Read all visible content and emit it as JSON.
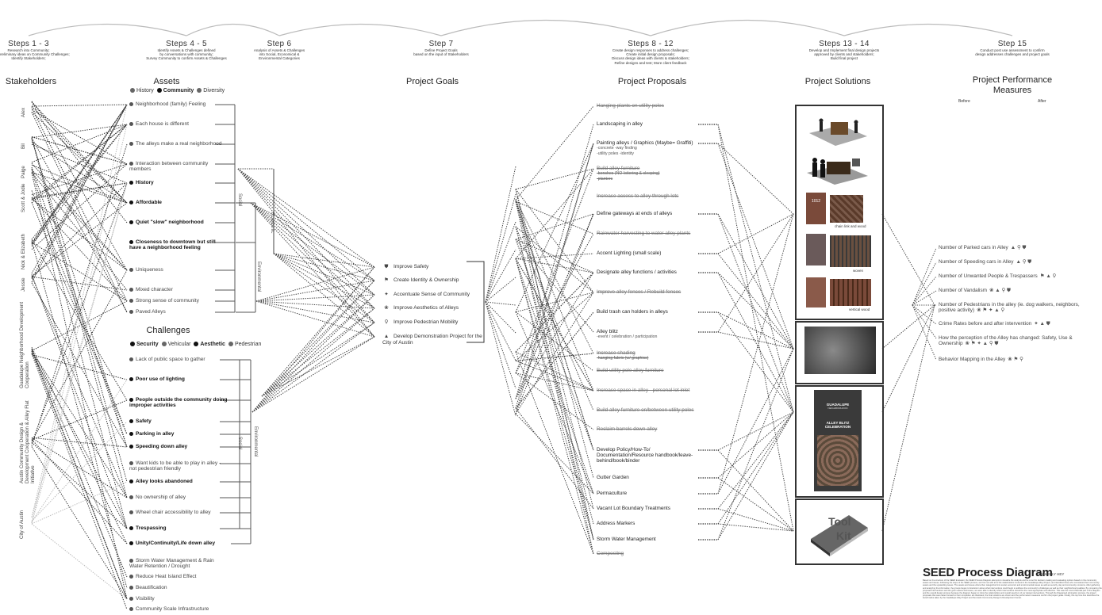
{
  "steps": [
    {
      "title": "Steps 1 - 3",
      "desc": [
        "Research into Community;",
        "Define preliminary ideas on Community Challenges;",
        "Identify Stakeholders;"
      ]
    },
    {
      "title": "Steps 4 - 5",
      "desc": [
        "Identify Assets & Challenges defined",
        "by conversations with community;",
        "Survey Community to confirm Assets & Challenges"
      ]
    },
    {
      "title": "Step 6",
      "desc": [
        "Analysis of Assets & Challenges",
        "into Social, Economical &",
        "Environmental Categories"
      ]
    },
    {
      "title": "Step 7",
      "desc": [
        "Define Project Goals",
        "based on the input of Stakeholders"
      ]
    },
    {
      "title": "Steps 8 - 12",
      "desc": [
        "Create design responses to address challenges;",
        "Create initial design proposals;",
        "Discuss design ideas with clients & stakeholders;",
        "Refine designs and test; More client feedback"
      ]
    },
    {
      "title": "Steps 13 - 14",
      "desc": [
        "Develop and Implement final design projects",
        "approved by clients and stakeholders;",
        "Build final project"
      ]
    },
    {
      "title": "Step 15",
      "desc": [
        "Conduct post use assessment to confirm",
        "design addresses challenges and project goals"
      ]
    }
  ],
  "headers": {
    "stakeholders": "Stakeholders",
    "assets": "Assets",
    "challenges": "Challenges",
    "goals": "Project Goals",
    "proposals": "Project Proposals",
    "solutions": "Project Solutions",
    "performance": "Project Performance Measures",
    "before": "Before",
    "after": "After"
  },
  "stakeholders": [
    "Alex",
    "Bil",
    "Paige",
    "Scott & Jodie",
    "Nick & Elizabeth",
    "Jessie",
    "Guadalupe Neighborhood Development Cooperation",
    "Austin Community Design & Development Cooperation & Alley Flat Initiative",
    "City of Austin"
  ],
  "assets_legend": [
    {
      "label": "History",
      "bold": false
    },
    {
      "label": "Community",
      "bold": true
    },
    {
      "label": "Diversity",
      "bold": false
    }
  ],
  "assets": [
    {
      "label": "Neighborhood (family) Feeling",
      "bold": false
    },
    {
      "label": "Each house is different",
      "bold": false
    },
    {
      "label": "The alleys make a real neighborhood",
      "bold": false
    },
    {
      "label": "Interaction between community members",
      "bold": false
    },
    {
      "label": "History",
      "bold": true
    },
    {
      "label": "Affordable",
      "bold": true
    },
    {
      "label": "Quiet \"slow\" neighborhood",
      "bold": true
    },
    {
      "label": "Closeness to downtown but still have a neighborhood feeling",
      "bold": true
    },
    {
      "label": "Uniqueness",
      "bold": false
    },
    {
      "label": "Mixed character",
      "bold": false
    },
    {
      "label": "Strong sense of community",
      "bold": false
    },
    {
      "label": "Paved Alleys",
      "bold": false
    }
  ],
  "challenges_legend": [
    {
      "label": "Security",
      "bold": true
    },
    {
      "label": "Vehicular",
      "bold": false
    },
    {
      "label": "Aesthetic",
      "bold": true
    },
    {
      "label": "Pedestrian",
      "bold": false
    }
  ],
  "challenges": [
    {
      "label": "Lack of public space to gather",
      "bold": false
    },
    {
      "label": "Poor use of lighting",
      "bold": true
    },
    {
      "label": "People outside the community doing improper activities",
      "bold": true
    },
    {
      "label": "Safety",
      "bold": true
    },
    {
      "label": "Parking in alley",
      "bold": true
    },
    {
      "label": "Speeding down alley",
      "bold": true
    },
    {
      "label": "Want kids to be able to play in alley - not pedestrian friendly",
      "bold": false
    },
    {
      "label": "Alley looks abandoned",
      "bold": true
    },
    {
      "label": "No ownership of alley",
      "bold": false
    },
    {
      "label": "Wheel chair accessibility to alley",
      "bold": false
    },
    {
      "label": "Trespassing",
      "bold": true
    },
    {
      "label": "Unity/Continuity/Life down alley",
      "bold": true
    },
    {
      "label": "Storm Water Management & Rain Water Retention / Drought",
      "bold": false
    },
    {
      "label": "Reduce Heat Island Effect",
      "bold": false
    },
    {
      "label": "Beautification",
      "bold": false
    },
    {
      "label": "Visibility",
      "bold": false
    },
    {
      "label": "Community Scale Infrastructure",
      "bold": false
    }
  ],
  "categories": {
    "social": "Social",
    "economic": "Economic",
    "environmental": "Environmental"
  },
  "goals": [
    {
      "label": "Improve Safety",
      "icon": "shield-icon"
    },
    {
      "label": "Create Identity & Ownership",
      "icon": "signpost-icon"
    },
    {
      "label": "Accentuate Sense of Community",
      "icon": "people-icon"
    },
    {
      "label": "Improve Aesthetics of Alleys",
      "icon": "flower-icon"
    },
    {
      "label": "Improve Pedestrian Mobility",
      "icon": "bicycle-icon"
    },
    {
      "label": "Develop Demonstration Project for the City of Austin",
      "icon": "tree-icon"
    }
  ],
  "proposals": [
    {
      "label": "Hanging plants on utility poles",
      "strike": true,
      "sub": []
    },
    {
      "label": "Landscaping in alley",
      "strike": false,
      "sub": []
    },
    {
      "label": "Painting alleys / Graphics (Maybe= Graffiti)",
      "strike": false,
      "sub": [
        "-concrete        -way finding",
        "-utility poles   -identity"
      ]
    },
    {
      "label": "Build alley furniture",
      "strike": true,
      "sub": [
        "-benches (NO-loitering & sleeping)",
        "-planters"
      ]
    },
    {
      "label": "Increase access to alley through lots",
      "strike": true,
      "sub": []
    },
    {
      "label": "Define gateways at ends of alleys",
      "strike": false,
      "sub": []
    },
    {
      "label": "Rainwater harvesting to water alley plants",
      "strike": true,
      "sub": []
    },
    {
      "label": "Accent Lighting (small scale)",
      "strike": false,
      "sub": []
    },
    {
      "label": "Designate alley functions / activities",
      "strike": false,
      "sub": []
    },
    {
      "label": "Improve alley fences / Rebuild fences",
      "strike": true,
      "sub": []
    },
    {
      "label": "Build trash can holders in alleys",
      "strike": false,
      "sub": []
    },
    {
      "label": "Alley blitz",
      "strike": false,
      "sub": [
        "-event  / celebration / participation"
      ]
    },
    {
      "label": "Increase shading",
      "strike": true,
      "sub": [
        "-hanging fabric (w/ graphics)"
      ]
    },
    {
      "label": "Build utility pole alley furniture",
      "strike": true,
      "sub": []
    },
    {
      "label": "Increase space in alley - personal lot inlet",
      "strike": true,
      "sub": []
    },
    {
      "label": "Build alley furniture on/between utility poles",
      "strike": true,
      "sub": []
    },
    {
      "label": "Reclaim barrels down alley",
      "strike": true,
      "sub": []
    },
    {
      "label": "Develop Policy/How-To/ Documentation/Resource handbook/leave-behind/book/binder",
      "strike": false,
      "sub": []
    },
    {
      "label": "Gutter Garden",
      "strike": false,
      "sub": []
    },
    {
      "label": "Permaculture",
      "strike": false,
      "sub": []
    },
    {
      "label": "Vacant Lot Boundary Treatments",
      "strike": false,
      "sub": []
    },
    {
      "label": "Address Markers",
      "strike": false,
      "sub": []
    },
    {
      "label": "Storm Water Management",
      "strike": false,
      "sub": []
    },
    {
      "label": "Composting",
      "strike": true,
      "sub": []
    }
  ],
  "solutions": {
    "captions": [
      "chain link and wood",
      "woven",
      "vertical wood"
    ],
    "sign_text": [
      "GUADALUPE",
      "NEIGHBORHOOD",
      "ALLEY BLITZ",
      "CELEBRATION"
    ],
    "book_text": [
      "Tool",
      "Kit"
    ],
    "sign_number": "1012"
  },
  "measures": [
    {
      "label": "Number of Parked cars in Alley",
      "icons": "▲ ⚲ ⛊"
    },
    {
      "label": "Number of Speeding cars in Alley",
      "icons": "▲ ⚲ ⛊"
    },
    {
      "label": "Number of Unwanted People & Trespassers",
      "icons": "⚑ ▲ ⚲"
    },
    {
      "label": "Number of Vandalism",
      "icons": "❀ ▲ ⚲ ⛊"
    },
    {
      "label": "Number of Pedestrians in the alley (ie. dog walkers, neighbors, positive activity)",
      "icons": "❀ ⚑ ✦ ▲ ⚲"
    },
    {
      "label": "Crime Rates before and after intervention",
      "icons": "✦ ▲ ⛊"
    },
    {
      "label": "How the perception of the Alley has changed: Safety, Use & Ownership",
      "icons": "❀ ⚑ ✦ ▲ ⚲ ⛊"
    },
    {
      "label": "Behavior Mapping in the Alley",
      "icons": "❀ ⚑ ⚲"
    }
  ],
  "footer": {
    "title": "SEED Process Diagram",
    "byline": "BY: KELLY HEY",
    "paragraph": "Based on the structure of the SEED Evaluator, the SEED Process Diagram attempts to visualize the analysis and be a tool for decision making and evaluating options based on the community assets and issues. Following the steps of the SEED process, we first met with all of the stakeholders involved in the Guadalupe Alley Project, and identified those who considered their community assets and the upstanding issues. The assets and issues where then categorized into social, economic and environmental issues as well as security, day and community concerns. After gathering and analyzing the information, the groups began to brainstorm about what interventions could begin to address the community's challenges as well as their neighborhood qualities. By comparing the proposed interventions and the given assets and issues, we were able to identify which interventions should be the most appropriate and effective. This was the most influential part of the diagram and the overall design process because the diagram began to show the relationships and overall spectrum of our design interventions. Through the Diagramed elimination process, the project proposals that were taken forward to their completion are illustrated, the final solutions are shown and the performance measures confirm the project goals. Finally, this top time line describes the benchmarks taken by the Guadalupe Alley Project and the Austin Community Design & Development Center."
  }
}
